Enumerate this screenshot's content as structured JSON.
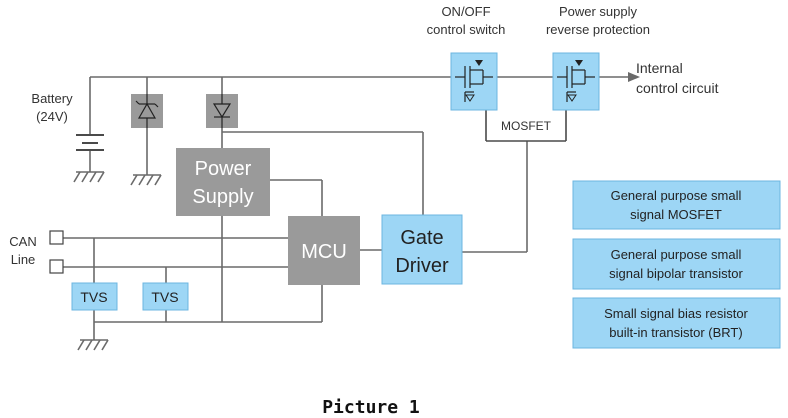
{
  "labels": {
    "battery": "Battery",
    "battery_voltage": "(24V)",
    "onoff_line1": "ON/OFF",
    "onoff_line2": "control switch",
    "reverse_line1": "Power supply",
    "reverse_line2": "reverse protection",
    "internal_line1": "Internal",
    "internal_line2": "control circuit",
    "mosfet": "MOSFET",
    "power_supply_line1": "Power",
    "power_supply_line2": "Supply",
    "mcu": "MCU",
    "gate_driver_line1": "Gate",
    "gate_driver_line2": "Driver",
    "can_line1": "CAN",
    "can_line2": "Line",
    "tvs1": "TVS",
    "tvs2": "TVS"
  },
  "legend": [
    {
      "line1": "General purpose small",
      "line2": "signal MOSFET"
    },
    {
      "line1": "General purpose small",
      "line2": "signal bipolar transistor"
    },
    {
      "line1": "Small signal bias resistor",
      "line2": "built-in transistor (BRT)"
    }
  ],
  "caption": "Picture 1",
  "colors": {
    "highlight_blue": "#9dd6f5",
    "component_gray": "#9a9a9a"
  }
}
